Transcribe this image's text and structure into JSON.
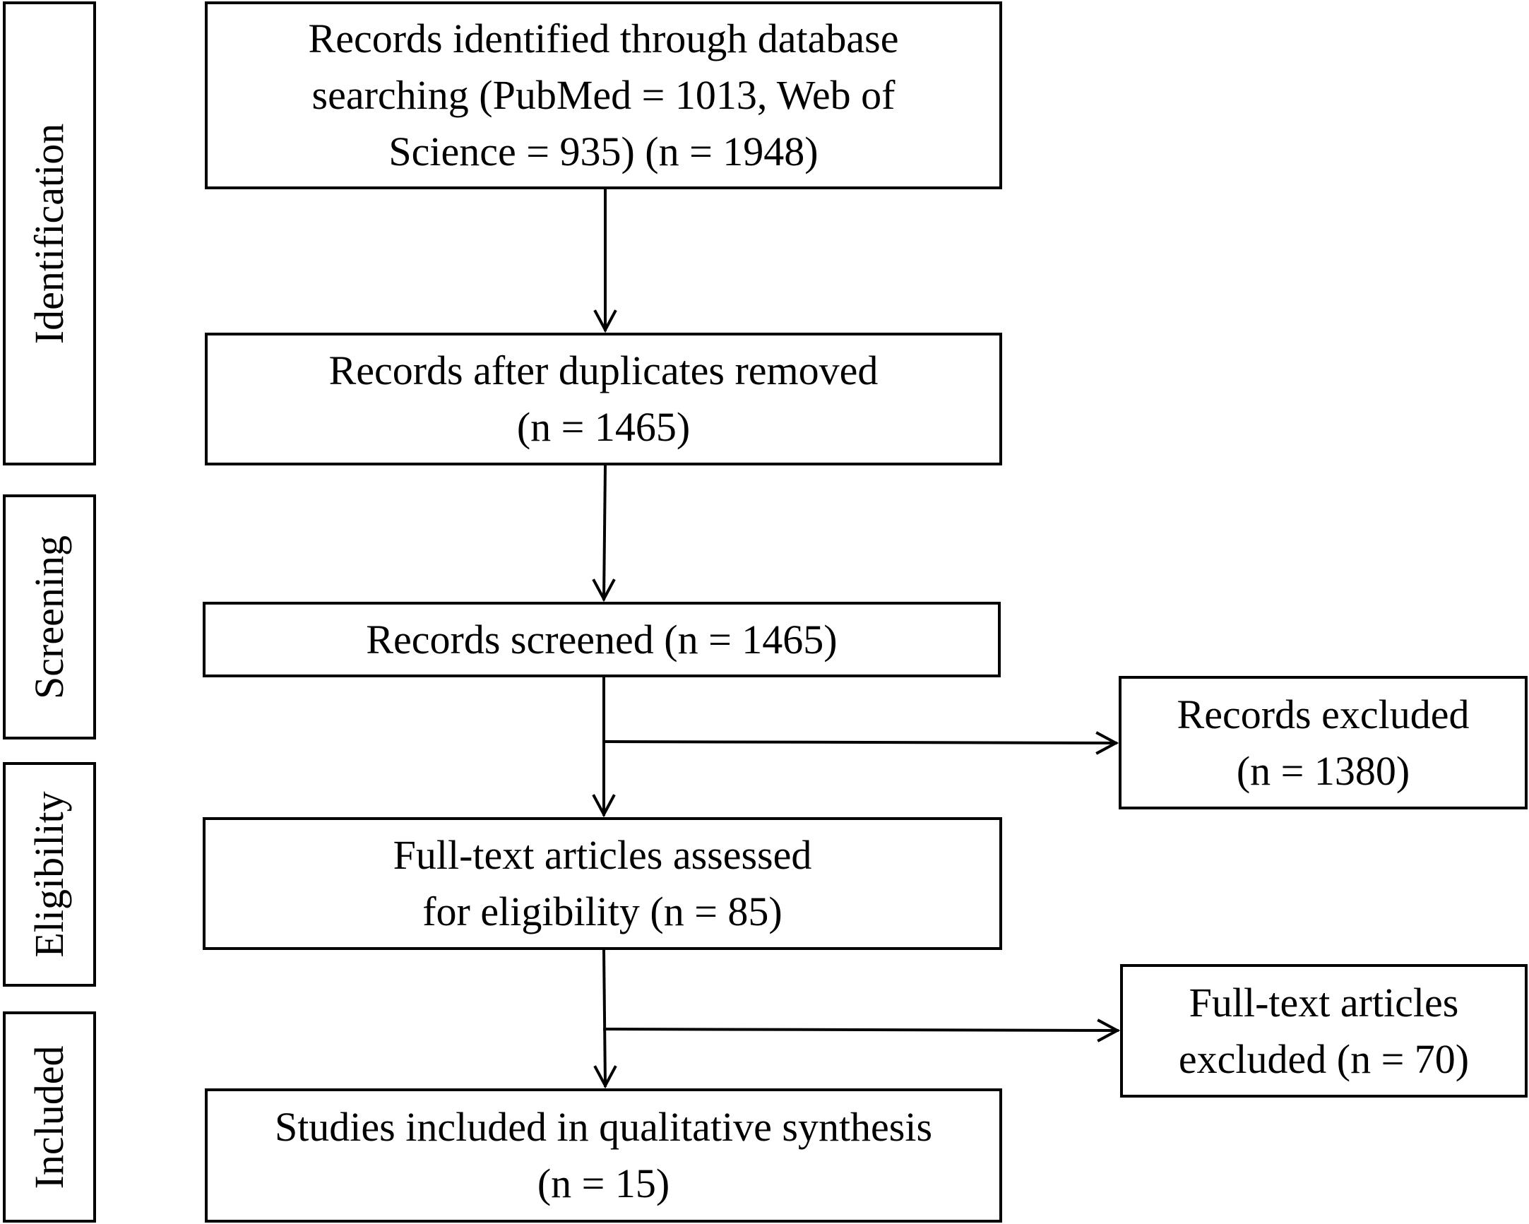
{
  "stages": {
    "identification": "Identification",
    "screening": "Screening",
    "eligibility": "Eligibility",
    "included": "Included"
  },
  "boxes": {
    "identified": {
      "line1": "Records identified through database",
      "line2": "searching (PubMed = 1013, Web of",
      "line3": "Science = 935) (n = 1948)"
    },
    "after_duplicates": {
      "line1": "Records after duplicates removed",
      "line2": "(n = 1465)"
    },
    "screened": {
      "line1": "Records screened (n = 1465)"
    },
    "records_excluded": {
      "line1": "Records excluded",
      "line2": "(n = 1380)"
    },
    "full_text_assessed": {
      "line1": "Full-text articles assessed",
      "line2": "for eligibility (n = 85)"
    },
    "full_text_excluded": {
      "line1": "Full-text articles",
      "line2": "excluded (n = 70)"
    },
    "included": {
      "line1": "Studies included in qualitative synthesis",
      "line2": "(n = 15)"
    }
  }
}
